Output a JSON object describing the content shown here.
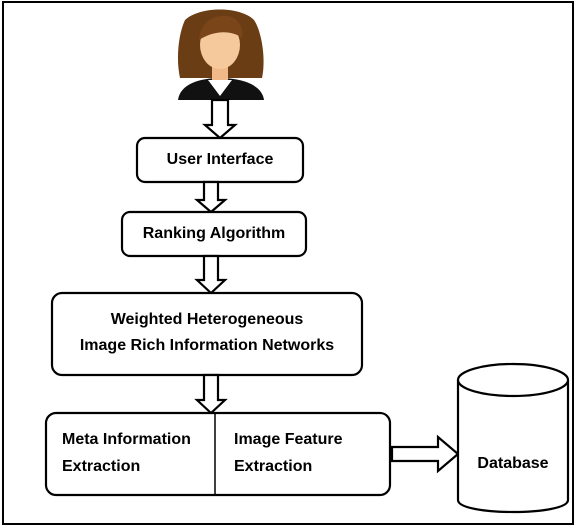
{
  "diagram": {
    "nodes": {
      "user_interface": "User Interface",
      "ranking_algorithm": "Ranking Algorithm",
      "weighted_networks": {
        "line1": "Weighted Heterogeneous",
        "line2": "Image Rich Information Networks"
      },
      "meta_information": {
        "line1": "Meta Information",
        "line2": "Extraction"
      },
      "image_feature": {
        "line1": "Image Feature",
        "line2": "Extraction"
      },
      "database": "Database"
    },
    "icons": {
      "user": "user-avatar-icon"
    }
  }
}
